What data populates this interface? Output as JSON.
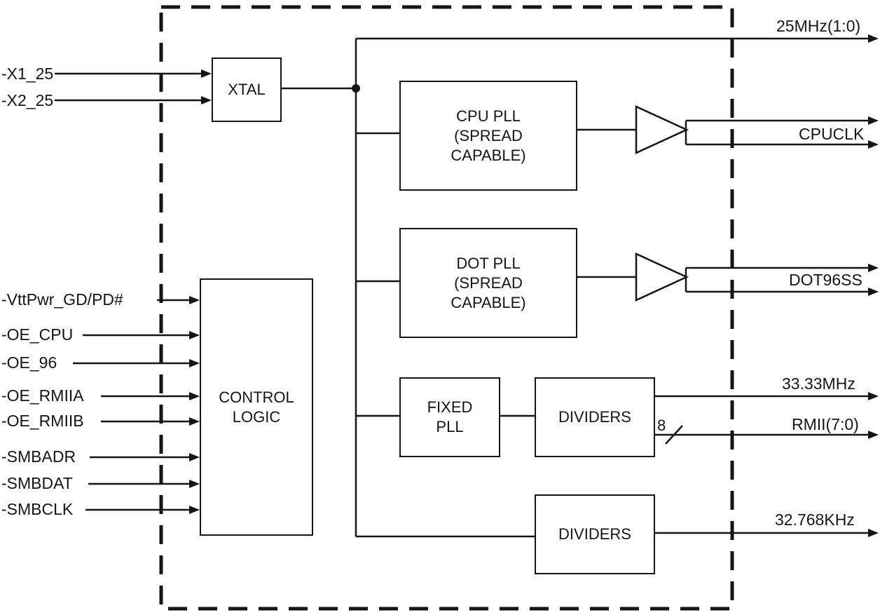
{
  "diagram": {
    "title": "clock-generator-block-diagram",
    "colors": {
      "ink": "#151515",
      "background": "#ffffff"
    },
    "blocks": {
      "xtal": {
        "label": "XTAL"
      },
      "cpu_pll": {
        "label": "CPU PLL\n(SPREAD\nCAPABLE)"
      },
      "dot_pll": {
        "label": "DOT PLL\n(SPREAD\nCAPABLE)"
      },
      "fixed_pll": {
        "label": "FIXED\nPLL"
      },
      "dividers_top": {
        "label": "DIVIDERS"
      },
      "dividers_bottom": {
        "label": "DIVIDERS"
      },
      "control_logic": {
        "label": "CONTROL\nLOGIC"
      }
    },
    "inputs": [
      {
        "label": "-X1_25"
      },
      {
        "label": "-X2_25"
      },
      {
        "label": "-VttPwr_GD/PD#"
      },
      {
        "label": "-OE_CPU"
      },
      {
        "label": "-OE_96"
      },
      {
        "label": "-OE_RMIIA"
      },
      {
        "label": "-OE_RMIIB"
      },
      {
        "label": "-SMBADR"
      },
      {
        "label": "-SMBDAT"
      },
      {
        "label": "-SMBCLK"
      }
    ],
    "outputs": [
      {
        "label": "25MHz(1:0)"
      },
      {
        "label": "CPUCLK"
      },
      {
        "label": "DOT96SS"
      },
      {
        "label": "33.33MHz"
      },
      {
        "label": "RMII(7:0)"
      },
      {
        "label": "32.768KHz"
      }
    ],
    "bus_width": {
      "label": "8"
    }
  }
}
